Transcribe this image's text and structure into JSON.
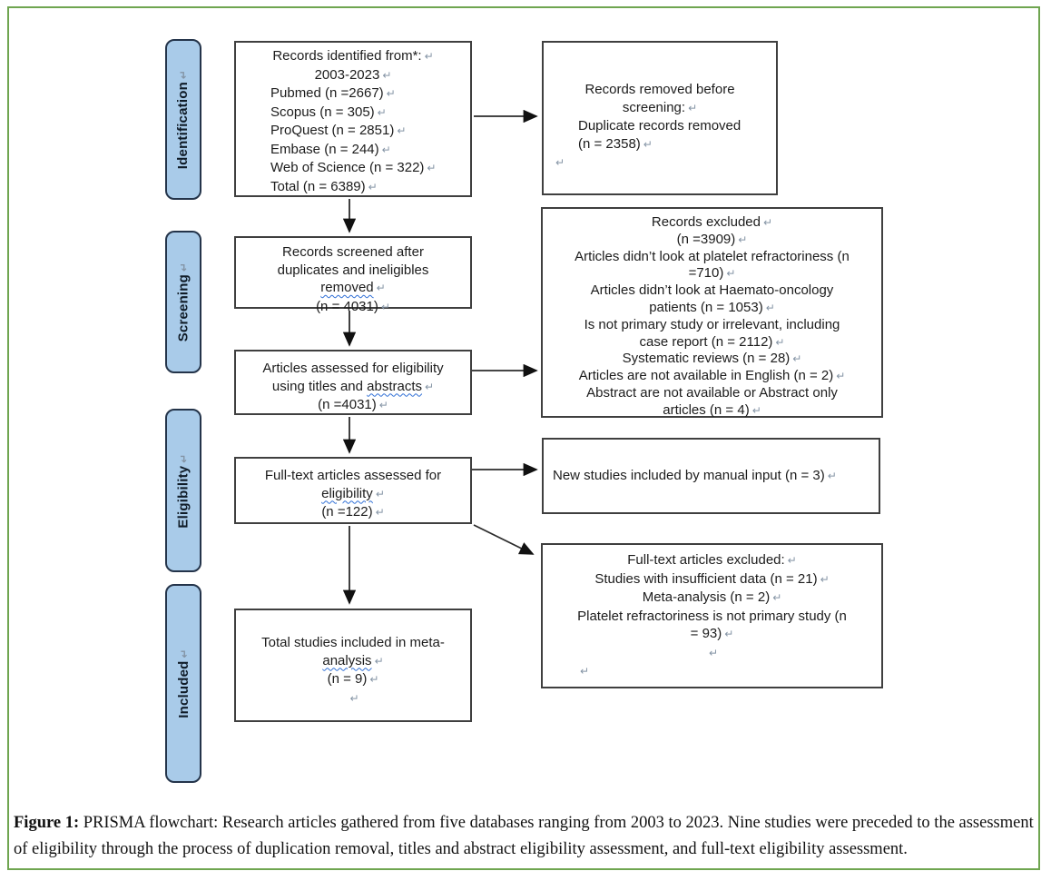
{
  "marks": {
    "ret": "↵"
  },
  "colors": {
    "frame_border": "#6fa550",
    "stage_fill": "#a9cbe9",
    "stage_border": "#24344a",
    "box_border": "#3f3f3f",
    "arrow": "#2b2b2b",
    "return_mark": "#8494a5",
    "squiggle": "#2f6fd6"
  },
  "stages": [
    {
      "id": "identification",
      "label": "Identification"
    },
    {
      "id": "screening",
      "label": "Screening"
    },
    {
      "id": "eligibility",
      "label": "Eligibility"
    },
    {
      "id": "included",
      "label": "Included"
    }
  ],
  "boxes": {
    "identified": {
      "lines": [
        {
          "t": "Records identified from*:",
          "a": "c",
          "r": 1
        },
        {
          "t": "2003-2023",
          "a": "c",
          "r": 1
        },
        {
          "t": "Pubmed (n =2667)",
          "a": "l",
          "r": 1
        },
        {
          "t": "Scopus (n = 305)",
          "a": "l",
          "r": 1
        },
        {
          "t": "ProQuest (n = 2851)",
          "a": "l",
          "r": 1
        },
        {
          "t": "Embase (n = 244)",
          "a": "l",
          "r": 1
        },
        {
          "t": "Web of Science (n = 322)",
          "a": "l",
          "r": 1
        },
        {
          "t": "Total (n = 6389)",
          "a": "l",
          "r": 1
        }
      ]
    },
    "removed": {
      "lines": [
        {
          "t": "Records removed before",
          "a": "c"
        },
        {
          "t": "screening:",
          "a": "c",
          "r": 1
        },
        {
          "t": "Duplicate records removed",
          "a": "l"
        },
        {
          "t": "(n = 2358)",
          "a": "l",
          "r": 1
        },
        {
          "t": "",
          "a": "l0",
          "r": 1
        }
      ]
    },
    "screened": {
      "lines": [
        {
          "t": "Records screened after",
          "a": "c"
        },
        {
          "t": "duplicates and ineligibles",
          "a": "c"
        },
        {
          "t": "removed",
          "a": "c",
          "r": 1,
          "w": "removed"
        },
        {
          "t": "(n = 4031)",
          "a": "c",
          "r": 1
        }
      ]
    },
    "excluded": {
      "lines": [
        {
          "t": "Records excluded",
          "a": "c",
          "r": 1
        },
        {
          "t": "(n =3909)",
          "a": "c",
          "r": 1
        },
        {
          "t": "Articles didn’t look at platelet refractoriness (n",
          "a": "c"
        },
        {
          "t": "=710)",
          "a": "c",
          "r": 1
        },
        {
          "t": "Articles didn’t look at Haemato-oncology",
          "a": "c"
        },
        {
          "t": "patients (n = 1053)",
          "a": "c",
          "r": 1
        },
        {
          "t": "Is not primary study or irrelevant, including",
          "a": "c"
        },
        {
          "t": "case report (n = 2112)",
          "a": "c",
          "r": 1
        },
        {
          "t": "Systematic reviews (n = 28)",
          "a": "c",
          "r": 1
        },
        {
          "t": "Articles are not available in English (n = 2)",
          "a": "c",
          "r": 1
        },
        {
          "t": "Abstract are not available or Abstract only",
          "a": "c"
        },
        {
          "t": "articles (n = 4)",
          "a": "c",
          "r": 1
        }
      ]
    },
    "assessed": {
      "lines": [
        {
          "t": "Articles assessed for eligibility",
          "a": "c"
        },
        {
          "t": "using titles and abstracts",
          "a": "c",
          "r": 1,
          "w": "abstracts"
        },
        {
          "t": "(n =4031)",
          "a": "c",
          "r": 1
        }
      ]
    },
    "fulltext": {
      "lines": [
        {
          "t": "Full-text articles assessed for",
          "a": "c"
        },
        {
          "t": "eligibility",
          "a": "c",
          "r": 1,
          "w": "eligibility"
        },
        {
          "t": "(n =122)",
          "a": "c",
          "r": 1
        }
      ]
    },
    "new_studies": {
      "lines": [
        {
          "t": "New studies included by manual input (n = 3)",
          "a": "l0",
          "r": 1
        }
      ]
    },
    "ft_excluded": {
      "lines": [
        {
          "t": "Full-text articles excluded:",
          "a": "c",
          "r": 1
        },
        {
          "t": "Studies with insufficient data (n = 21)",
          "a": "c",
          "r": 1
        },
        {
          "t": "Meta-analysis (n = 2)",
          "a": "c",
          "r": 1
        },
        {
          "t": "Platelet refractoriness is not primary study (n",
          "a": "c"
        },
        {
          "t": "= 93)",
          "a": "c",
          "r": 1
        },
        {
          "t": "",
          "a": "c",
          "r": 1
        },
        {
          "t": "",
          "a": "l",
          "r": 1
        }
      ]
    },
    "total": {
      "lines": [
        {
          "t": "Total studies included in meta-",
          "a": "c"
        },
        {
          "t": "analysis",
          "a": "c",
          "r": 1,
          "w": "analysis"
        },
        {
          "t": "(n = 9)",
          "a": "c",
          "r": 1
        },
        {
          "t": "",
          "a": "c",
          "r": 1
        }
      ]
    }
  },
  "caption": {
    "label": "Figure 1:",
    "text": "PRISMA flowchart: Research articles gathered from five databases ranging from 2003 to 2023. Nine studies were preceded to the assessment of eligibility through the process of duplication removal, titles and abstract eligibility assessment, and full-text eligibility assessment."
  }
}
